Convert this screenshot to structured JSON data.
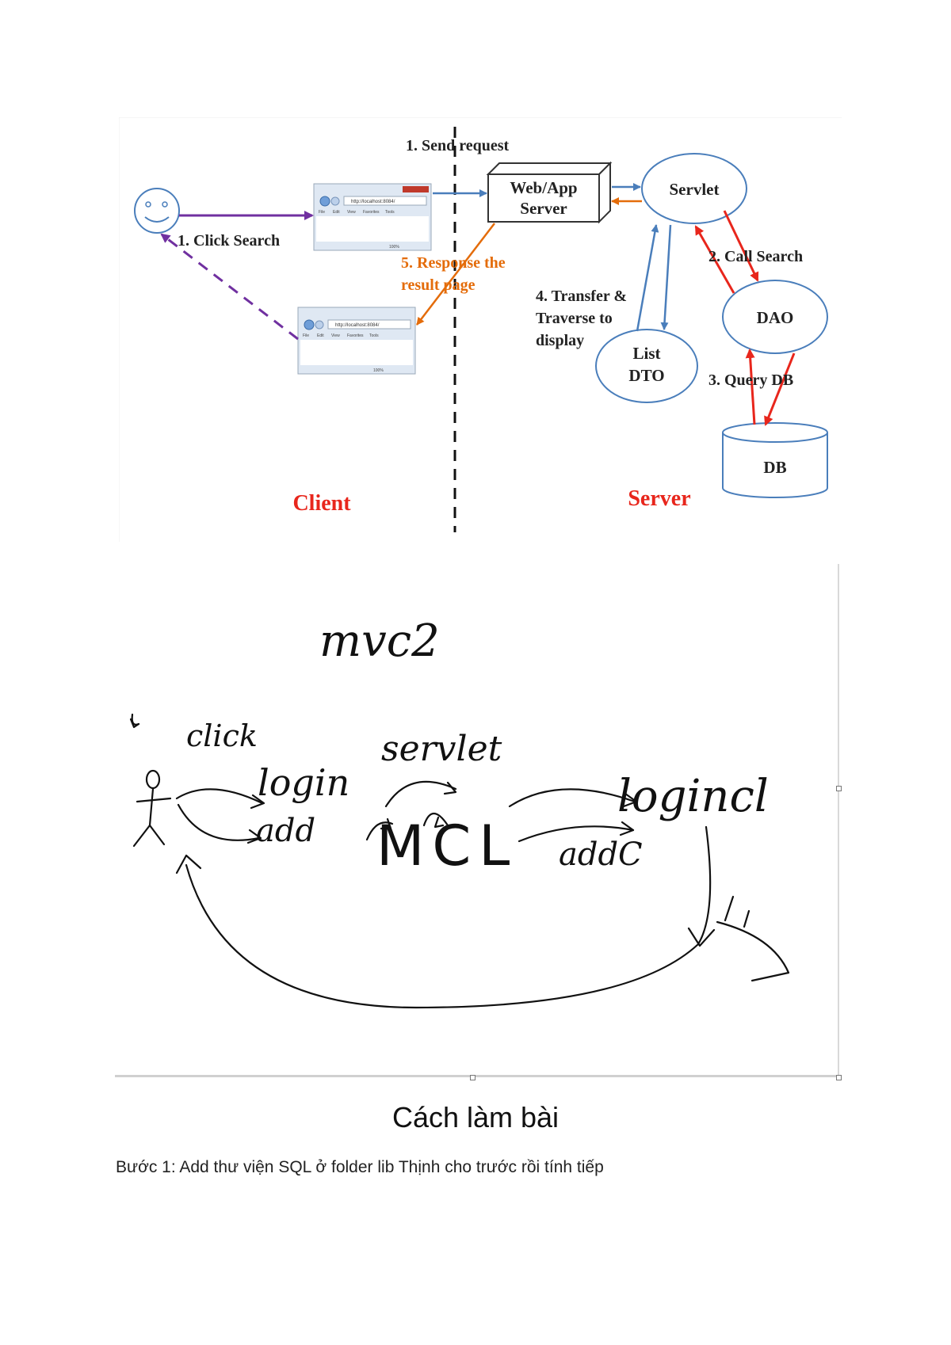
{
  "diagram": {
    "send_request": "1. Send request",
    "web_app_server_line1": "Web/App",
    "web_app_server_line2": "Server",
    "servlet": "Servlet",
    "click_search": "1. Click Search",
    "response_line1": "5. Response the",
    "response_line2": "result page",
    "call_search": "2. Call Search",
    "transfer_line1": "4. Transfer &",
    "transfer_line2": "Traverse to",
    "transfer_line3": "display",
    "dao": "DAO",
    "list_dto_line1": "List",
    "list_dto_line2": "DTO",
    "query_db": "3. Query DB",
    "db": "DB",
    "client": "Client",
    "server": "Server",
    "browser_url": "http://localhost:8084/",
    "browser_menu": [
      "File",
      "Edit",
      "View",
      "Favorites",
      "Tools"
    ],
    "browser_zoom": "100%",
    "colors": {
      "request_arrow": "#4a7ebb",
      "response_arrow": "#e46c0a",
      "click_arrow": "#7030a0",
      "db_arrow": "#e8261c",
      "label_red": "#e8261c",
      "label_orange": "#e46c0a",
      "face": "#4a7ebb"
    }
  },
  "sketch": {
    "title": "mvc2",
    "click": "click",
    "login": "login",
    "add": "add",
    "servlet": "servlet",
    "mcl": "MCL",
    "logincl": "logincl",
    "addc": "addC"
  },
  "section": {
    "heading": "Cách làm bài"
  },
  "steps": [
    "Bước 1: Add thư viện SQL ở folder lib Thịnh cho trước rồi tính tiếp"
  ]
}
